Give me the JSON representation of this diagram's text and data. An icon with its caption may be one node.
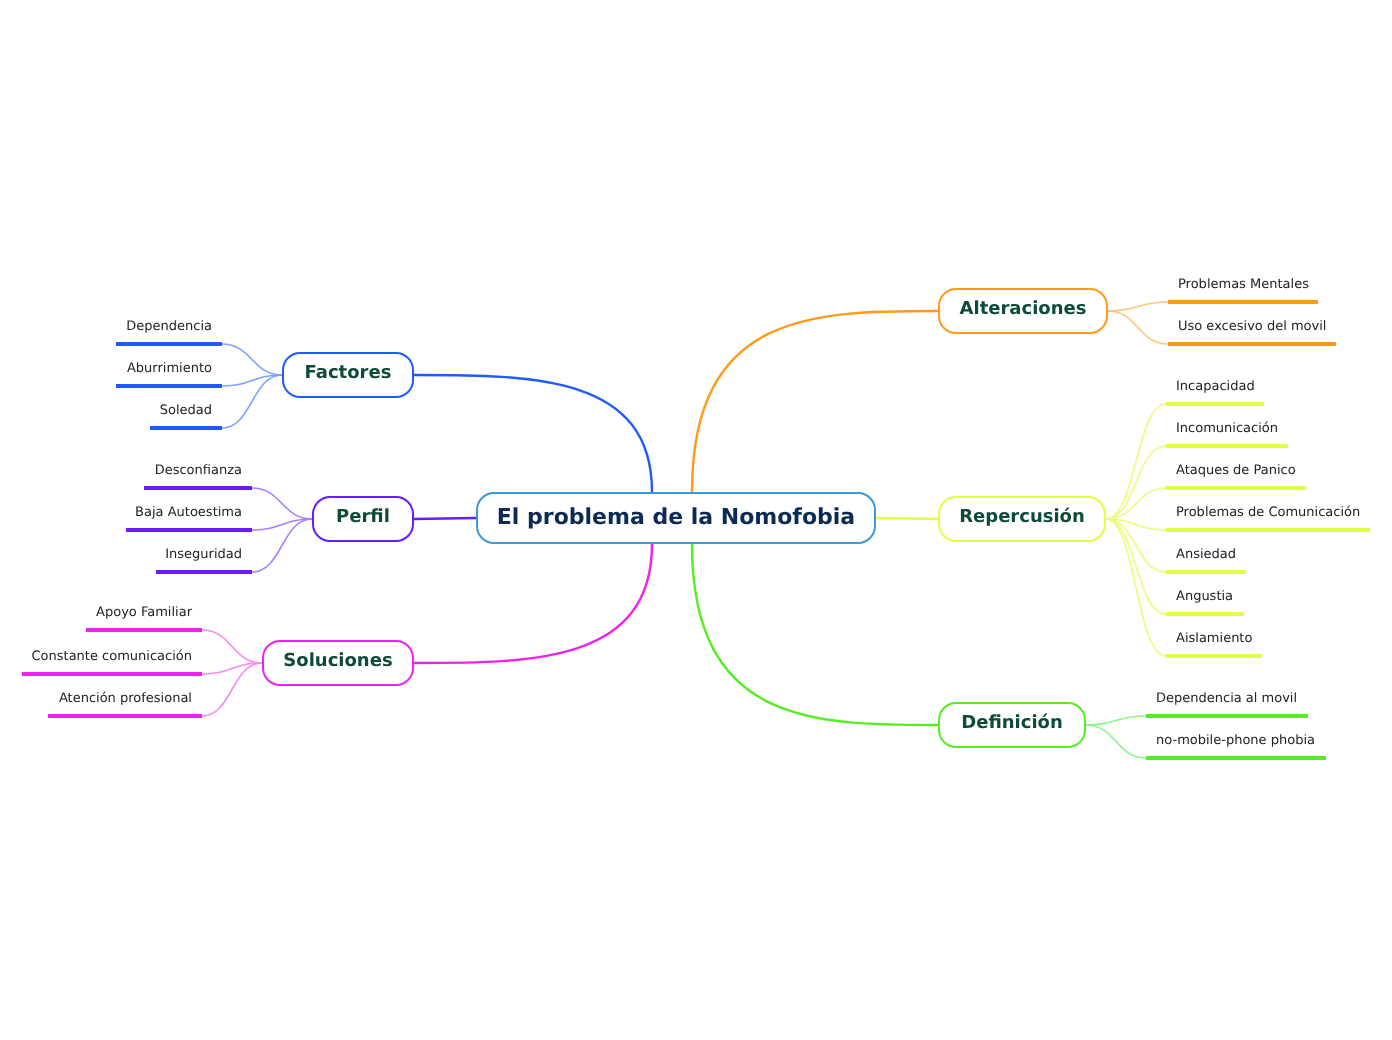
{
  "diagram": {
    "nodes": [
      {
        "text": [
          "El problema de la Nomofobia"
        ]
      },
      {
        "text": [
          "Factores"
        ]
      },
      {
        "text": [
          "Perfil"
        ]
      },
      {
        "text": [
          "Soluciones"
        ]
      },
      {
        "text": [
          "Alteraciones"
        ]
      },
      {
        "text": [
          "Repercusión"
        ]
      },
      {
        "text": [
          "Definición"
        ]
      },
      {
        "text": [
          "Dependencia"
        ]
      },
      {
        "text": [
          "Aburrimiento"
        ]
      },
      {
        "text": [
          "Soledad"
        ]
      },
      {
        "text": [
          "Desconfianza"
        ]
      },
      {
        "text": [
          "Baja Autoestima"
        ]
      },
      {
        "text": [
          "Inseguridad"
        ]
      },
      {
        "text": [
          "Apoyo Familiar"
        ]
      },
      {
        "text": [
          "Constante comunicación"
        ]
      },
      {
        "text": [
          "Atención profesional"
        ]
      },
      {
        "text": [
          "Problemas Mentales"
        ]
      },
      {
        "text": [
          "Uso excesivo del movil"
        ]
      },
      {
        "text": [
          "Incapacidad"
        ]
      },
      {
        "text": [
          "Incomunicación"
        ]
      },
      {
        "text": [
          "Ataques de Panico"
        ]
      },
      {
        "text": [
          "Problemas de Comunicación"
        ]
      },
      {
        "text": [
          "Ansiedad"
        ]
      },
      {
        "text": [
          "Angustia"
        ]
      },
      {
        "text": [
          "Aislamiento"
        ]
      },
      {
        "text": [
          "Dependencia al movil"
        ]
      },
      {
        "text": [
          "no-mobile-phone phobia"
        ]
      }
    ],
    "edges": [
      {
        "from": 0,
        "to": 1,
        "arrow": "none",
        "color": "#1f5bff"
      },
      {
        "from": 0,
        "to": 2,
        "arrow": "none",
        "color": "#6a1aff"
      },
      {
        "from": 0,
        "to": 3,
        "arrow": "none",
        "color": "#ee22ee"
      },
      {
        "from": 0,
        "to": 4,
        "arrow": "none",
        "color": "#ff9a1a"
      },
      {
        "from": 0,
        "to": 5,
        "arrow": "none",
        "color": "#ddff44"
      },
      {
        "from": 0,
        "to": 6,
        "arrow": "none",
        "color": "#55ee22"
      },
      {
        "from": 1,
        "to": 7,
        "arrow": "none",
        "color": "#7fa0ff"
      },
      {
        "from": 1,
        "to": 8,
        "arrow": "none",
        "color": "#7fa0ff"
      },
      {
        "from": 1,
        "to": 9,
        "arrow": "none",
        "color": "#7fa0ff"
      },
      {
        "from": 2,
        "to": 10,
        "arrow": "none",
        "color": "#a77fff"
      },
      {
        "from": 2,
        "to": 11,
        "arrow": "none",
        "color": "#a77fff"
      },
      {
        "from": 2,
        "to": 12,
        "arrow": "none",
        "color": "#a77fff"
      },
      {
        "from": 3,
        "to": 13,
        "arrow": "none",
        "color": "#f58af5"
      },
      {
        "from": 3,
        "to": 14,
        "arrow": "none",
        "color": "#f58af5"
      },
      {
        "from": 3,
        "to": 15,
        "arrow": "none",
        "color": "#f58af5"
      },
      {
        "from": 4,
        "to": 16,
        "arrow": "none",
        "color": "#ffc27a"
      },
      {
        "from": 4,
        "to": 17,
        "arrow": "none",
        "color": "#ffc27a"
      },
      {
        "from": 5,
        "to": 18,
        "arrow": "none",
        "color": "#e6ff7a"
      },
      {
        "from": 5,
        "to": 19,
        "arrow": "none",
        "color": "#e6ff7a"
      },
      {
        "from": 5,
        "to": 20,
        "arrow": "none",
        "color": "#e6ff7a"
      },
      {
        "from": 5,
        "to": 21,
        "arrow": "none",
        "color": "#e6ff7a"
      },
      {
        "from": 5,
        "to": 22,
        "arrow": "none",
        "color": "#e6ff7a"
      },
      {
        "from": 5,
        "to": 23,
        "arrow": "none",
        "color": "#e6ff7a"
      },
      {
        "from": 5,
        "to": 24,
        "arrow": "none",
        "color": "#e6ff7a"
      },
      {
        "from": 6,
        "to": 25,
        "arrow": "none",
        "color": "#8af58a"
      },
      {
        "from": 6,
        "to": 26,
        "arrow": "none",
        "color": "#8af58a"
      }
    ]
  }
}
